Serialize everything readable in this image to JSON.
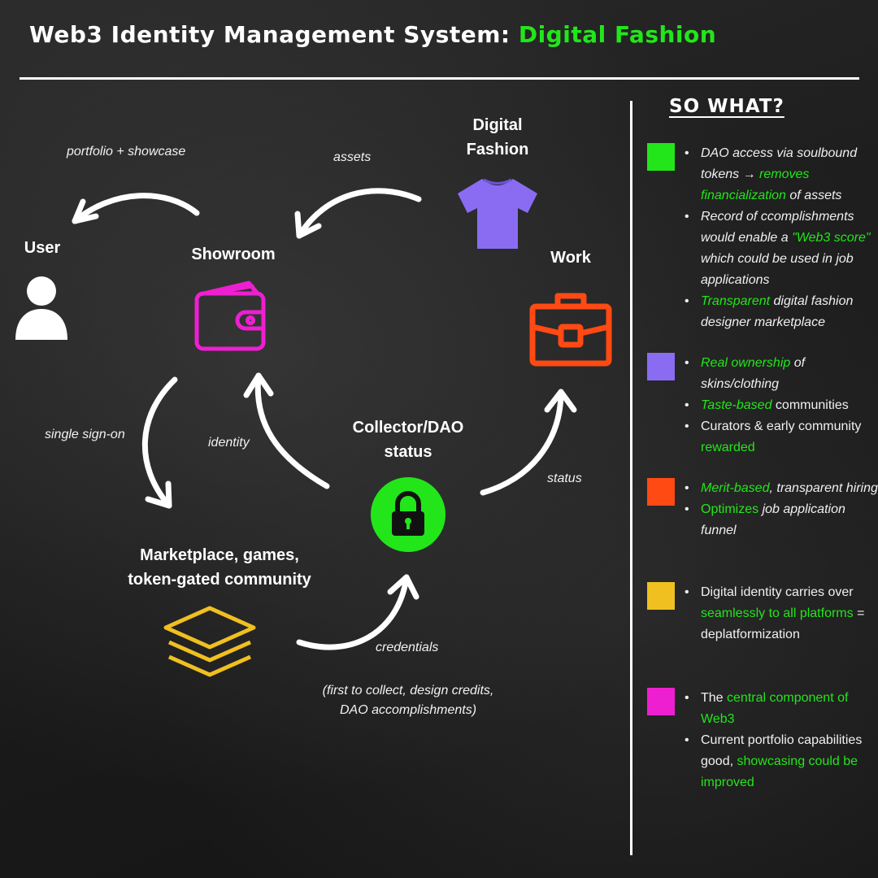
{
  "title": {
    "main": "Web3 Identity Management System: ",
    "accent": "Digital Fashion"
  },
  "nodes": {
    "user": "User",
    "showroom": "Showroom",
    "digital_fashion": "Digital\nFashion",
    "work": "Work",
    "collector": "Collector/DAO\nstatus",
    "marketplace": "Marketplace, games,\ntoken-gated community"
  },
  "edges": {
    "portfolio": "portfolio + showcase",
    "assets": "assets",
    "single_sign_on": "single sign-on",
    "identity": "identity",
    "status": "status",
    "credentials": "credentials",
    "credentials_note": "(first to collect, design credits,\nDAO accomplishments)"
  },
  "colors": {
    "green": "#22e61a",
    "purple": "#8a6cf2",
    "orange": "#ff4a14",
    "yellow": "#efc020",
    "magenta": "#ee1fd0"
  },
  "icons": {
    "user": "user-icon",
    "showroom": "wallet-icon",
    "digital_fashion": "tshirt-icon",
    "work": "briefcase-icon",
    "collector": "lock-icon",
    "marketplace": "layers-icon"
  },
  "sidebar": {
    "heading": "SO WHAT?",
    "groups": [
      {
        "color": "#22e61a",
        "items": [
          [
            {
              "t": "DAO access via soulbound tokens → ",
              "i": true
            },
            {
              "t": "removes financialization",
              "h": true,
              "i": true
            },
            {
              "t": " of assets",
              "i": true
            }
          ],
          [
            {
              "t": "Record of ccomplishments would enable a ",
              "i": true
            },
            {
              "t": "\"Web3 score\"",
              "h": true,
              "i": true
            },
            {
              "t": " which could be used in job applications",
              "i": true
            }
          ],
          [
            {
              "t": "Transparent",
              "h": true,
              "i": true
            },
            {
              "t": " digital fashion designer marketplace",
              "i": true
            }
          ]
        ]
      },
      {
        "color": "#8a6cf2",
        "items": [
          [
            {
              "t": "Real ownership",
              "h": true,
              "i": true
            },
            {
              "t": " of skins/clothing",
              "i": true
            }
          ],
          [
            {
              "t": "Taste-based",
              "h": true,
              "i": true
            },
            {
              "t": " communities"
            }
          ],
          [
            {
              "t": "Curators & early community "
            },
            {
              "t": "rewarded",
              "h": true
            }
          ]
        ]
      },
      {
        "color": "#ff4a14",
        "items": [
          [
            {
              "t": "Merit-based",
              "h": true,
              "i": true
            },
            {
              "t": ", transparent hiring",
              "i": true
            }
          ],
          [
            {
              "t": "Optimizes",
              "h": true
            },
            {
              "t": " job application funnel",
              "i": true
            }
          ]
        ]
      },
      {
        "color": "#efc020",
        "items": [
          [
            {
              "t": "Digital identity carries over "
            },
            {
              "t": "seamlessly to all platforms",
              "h": true
            },
            {
              "t": " = deplatformization"
            }
          ]
        ]
      },
      {
        "color": "#ee1fd0",
        "items": [
          [
            {
              "t": "The "
            },
            {
              "t": "central component of Web3",
              "h": true
            }
          ],
          [
            {
              "t": "Current portfolio capabilities good, "
            },
            {
              "t": "showcasing could be improved",
              "h": true
            }
          ]
        ]
      }
    ]
  }
}
